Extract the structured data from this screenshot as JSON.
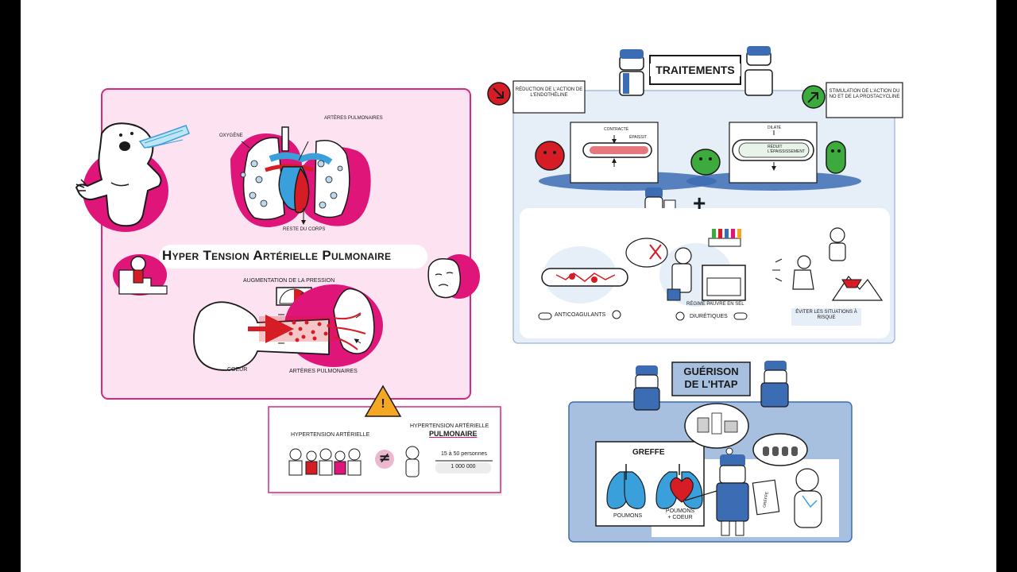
{
  "htap": {
    "title": "Hyper Tension Artérielle Pulmonaire",
    "oxygene": "OXYGÈNE",
    "arteres_pulmonaires_top": "ARTÈRES PULMONAIRES",
    "reste_du_corps": "RESTE DU CORPS",
    "augmentation": "AUGMENTATION DE LA PRESSION",
    "coeur": "COEUR",
    "arteres_pulmonaires_bottom": "ARTÈRES PULMONAIRES"
  },
  "comparison": {
    "left_label": "HYPERTENSION ARTÉRIELLE",
    "right_label_line1": "HYPERTENSION ARTÉRIELLE",
    "right_label_line2": "PULMONAIRE",
    "stat_top": "15 à 50 personnes",
    "stat_bottom": "1 000 000",
    "not_equal": "≠",
    "warning": "!"
  },
  "traitements": {
    "title": "TRAITEMENTS",
    "left_action": "RÉDUCTION DE L'ACTION DE L'ENDOTHÉLINE",
    "right_action": "STIMULATION DE L'ACTION DU NO ET DE LA PROSTACYCLINE",
    "contracte": "CONTRACTÉ",
    "epaissit": "ÉPAISSIT",
    "dilate": "DILATÉ",
    "reduit": "RÉDUIT L'ÉPAISSISSEMENT",
    "plus": "+",
    "anticoagulants": "ANTICOAGULANTS",
    "regime": "RÉGIME PAUVRE EN SEL",
    "diuretiques": "DIURÉTIQUES",
    "eviter": "ÉVITER LES SITUATIONS À RISQUE"
  },
  "guerison": {
    "title_line1": "GUÉRISON",
    "title_line2": "DE L'HTAP",
    "greffe": "GREFFE",
    "poumons": "POUMONS",
    "poumons_coeur_line1": "POUMONS",
    "poumons_coeur_line2": "+ COEUR",
    "paper": "GREFFE"
  },
  "colors": {
    "pink_panel": "#fde3f1",
    "pink_border": "#d8297c",
    "magenta": "#e0157a",
    "blue_panel": "#e6eef8",
    "blue_panel_border": "#a9bedc",
    "blue_dark_panel": "#a8c0e0",
    "blue_dark_border": "#3c6cb4",
    "lung_blue": "#3aa0dc",
    "red": "#d61c24",
    "green": "#3caa3c"
  }
}
